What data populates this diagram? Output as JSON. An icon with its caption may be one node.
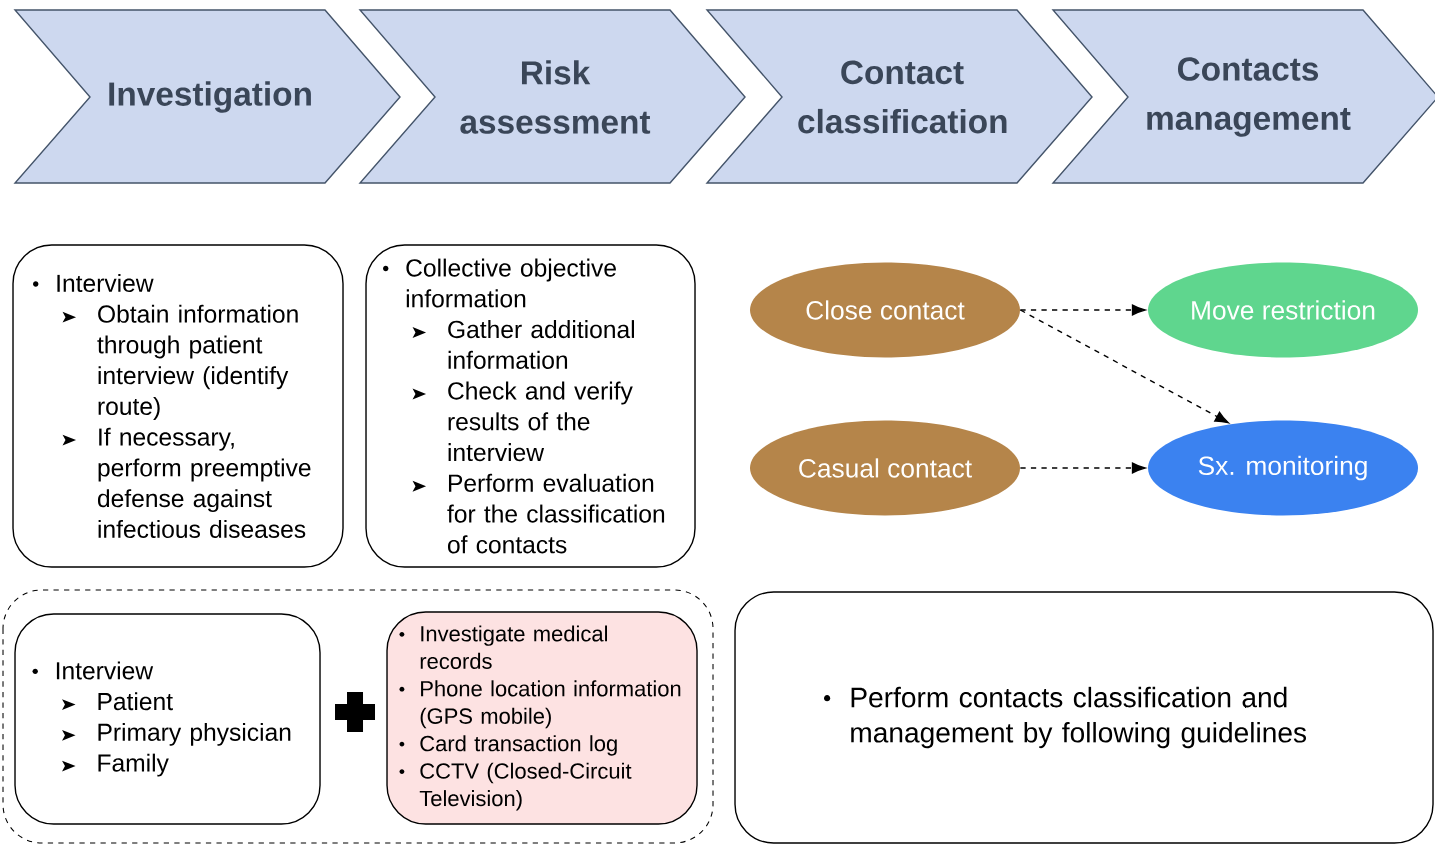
{
  "diagram": {
    "nodes": [
      {
        "text": [
          "Investigation"
        ]
      },
      {
        "text": [
          "Risk assessment"
        ]
      },
      {
        "text": [
          "Contact classification"
        ]
      },
      {
        "text": [
          "Contacts management"
        ]
      },
      {
        "text": [
          "Interview",
          "Obtain information through patient interview (identify route)",
          "If necessary, perform preemptive defense against infectious diseases"
        ]
      },
      {
        "text": [
          "Collective objective information",
          "Gather additional information",
          "Check and verify results of the interview",
          "Perform evaluation for the classification of contacts"
        ]
      },
      {
        "text": [
          "Close contact"
        ]
      },
      {
        "text": [
          "Move restriction"
        ]
      },
      {
        "text": [
          "Casual contact"
        ]
      },
      {
        "text": [
          "Sx. monitoring"
        ]
      },
      {
        "text": [],
        "shape": "box"
      },
      {
        "text": [
          "Interview",
          "Patient",
          "Primary physician",
          "Family"
        ],
        "in": 10
      },
      {
        "text": [
          "Investigate medical records",
          "Phone location information (GPS mobile)",
          "Card transaction log",
          "CCTV (Closed-Circuit Television)"
        ],
        "in": 10
      },
      {
        "text": [
          "Perform contacts classification and management by following guidelines"
        ]
      }
    ],
    "edges": [
      {
        "from": 6,
        "to": 7,
        "arrow": "to",
        "style": "dashed"
      },
      {
        "from": 6,
        "to": 9,
        "arrow": "to",
        "style": "dashed"
      },
      {
        "from": 8,
        "to": 9,
        "arrow": "to",
        "style": "dashed"
      }
    ]
  }
}
